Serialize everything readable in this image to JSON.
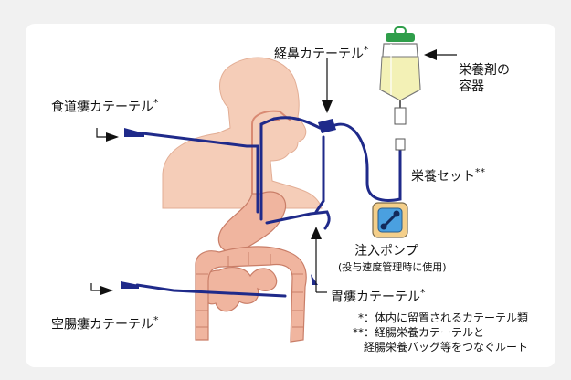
{
  "labels": {
    "nasal_catheter": "経鼻カテーテル",
    "esophageal_catheter": "食道瘻カテーテル",
    "gastric_catheter": "胃瘻カテーテル",
    "jejunal_catheter": "空腸瘻カテーテル",
    "nutrient_container": "栄養剤の\n容器",
    "nutrient_set": "栄養セット",
    "infusion_pump": "注入ポンプ",
    "infusion_pump_note": "(投与速度管理時に使用)",
    "asterisk": "*",
    "double_asterisk": "**"
  },
  "notes": [
    {
      "mark": "*",
      "text": "：体内に留置されるカテーテル類"
    },
    {
      "mark": "**",
      "text": "：経腸栄養カテーテルと"
    },
    {
      "mark": "",
      "text": "経腸栄養バッグ等をつなぐルート"
    }
  ],
  "colors": {
    "background": "#f1f1f1",
    "card": "#ffffff",
    "body_skin": "#f5cdb8",
    "organ": "#f0b59f",
    "catheter": "#1f2a8a",
    "bag_cap": "#2f9e4a",
    "pump_body": "#f4cf8a",
    "pump_screen": "#4aa0e0"
  }
}
